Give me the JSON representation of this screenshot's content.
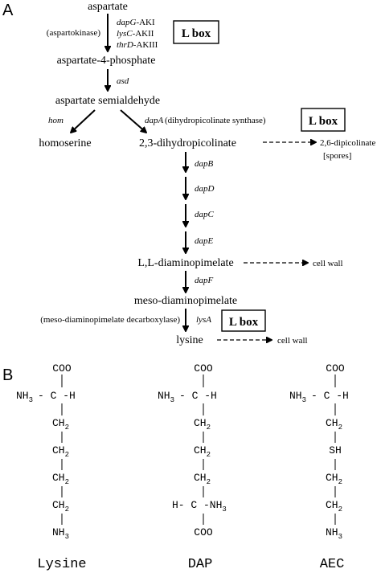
{
  "panel_a": {
    "label": "A",
    "metabolites": {
      "aspartate": "aspartate",
      "aspartate_4_phosphate": "aspartate-4-phosphate",
      "aspartate_semialdehyde": "aspartate semialdehyde",
      "homoserine": "homoserine",
      "dihydropicolinate": "2,3-dihydropicolinate",
      "dipicolinate": "2,6-dipicolinate",
      "spores": "[spores]",
      "ll_dap": "L,L-diaminopimelate",
      "cell_wall_1": "cell wall",
      "meso_dap": "meso-diaminopimelate",
      "lysine": "lysine",
      "cell_wall_2": "cell wall"
    },
    "step1": {
      "enzyme_note": "(aspartokinase)",
      "gene1": "dapG",
      "suffix1": "-AKI",
      "gene2": "lysC",
      "suffix2": "-AKII",
      "gene3": "thrD",
      "suffix3": "-AKIII",
      "lbox": "L box"
    },
    "genes": {
      "asd": "asd",
      "hom": "hom",
      "dapA": "dapA",
      "dapB": "dapB",
      "dapD": "dapD",
      "dapC": "dapC",
      "dapE": "dapE",
      "dapF": "dapF",
      "lysA": "lysA"
    },
    "dapA_note": "(dihydropicolinate synthase)",
    "dapA_lbox": "L box",
    "lysA_note": "(meso-diaminopimelate decarboxylase)",
    "lysA_lbox": "L box"
  },
  "panel_b": {
    "label": "B",
    "lysine": {
      "top": "COO",
      "alpha_left": "NH",
      "alpha_sub": "3",
      "alpha_right": "- C -H",
      "ch2_1": "CH",
      "ch2_1_sub": "2",
      "ch2_2": "CH",
      "ch2_2_sub": "2",
      "ch2_3": "CH",
      "ch2_3_sub": "2",
      "ch2_4": "CH",
      "ch2_4_sub": "2",
      "end": "NH",
      "end_sub": "3",
      "name": "Lysine"
    },
    "dap": {
      "top": "COO",
      "alpha_left": "NH",
      "alpha_sub": "3",
      "alpha_right": "- C -H",
      "ch2_1": "CH",
      "ch2_1_sub": "2",
      "ch2_2": "CH",
      "ch2_2_sub": "2",
      "ch2_3": "CH",
      "ch2_3_sub": "2",
      "eps": "H- C -NH",
      "eps_sub": "3",
      "end": "COO",
      "name": "DAP"
    },
    "aec": {
      "top": "COO",
      "alpha_left": "NH",
      "alpha_sub": "3",
      "alpha_right": "- C -H",
      "ch2_1": "CH",
      "ch2_1_sub": "2",
      "sh": "SH",
      "ch2_2": "CH",
      "ch2_2_sub": "2",
      "ch2_3": "CH",
      "ch2_3_sub": "2",
      "end": "NH",
      "end_sub": "3",
      "name": "AEC"
    }
  }
}
